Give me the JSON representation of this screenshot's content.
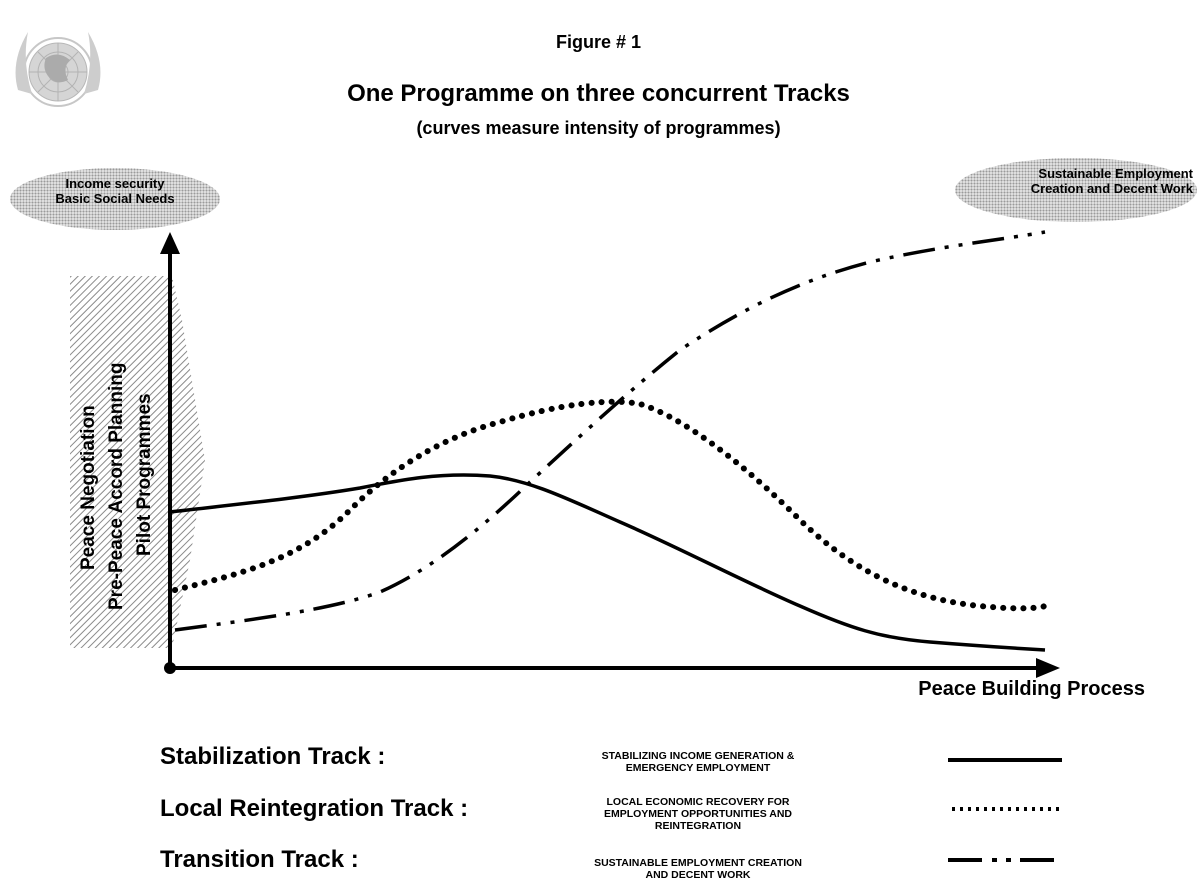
{
  "header": {
    "figure_label": "Figure # 1",
    "title": "One Programme on three concurrent Tracks",
    "subtitle": "(curves measure intensity of programmes)"
  },
  "logo": {
    "icon": "un-emblem-icon"
  },
  "bubbles": {
    "left": [
      "Income security",
      "Basic Social Needs"
    ],
    "right": [
      "Sustainable Employment",
      "Creation and Decent Work"
    ]
  },
  "axes": {
    "x_label": "Peace Building Process",
    "y_band_labels": [
      "Peace Negotiation",
      "Pre-Peace Accord Planning",
      "Pilot Programmes"
    ]
  },
  "tracks": [
    {
      "name": "Stabilization Track :",
      "description": [
        "STABILIZING INCOME GENERATION &",
        "EMERGENCY EMPLOYMENT"
      ],
      "line_style": "solid"
    },
    {
      "name": "Local Reintegration Track :",
      "description": [
        "LOCAL ECONOMIC RECOVERY FOR",
        "EMPLOYMENT OPPORTUNITIES AND",
        "REINTEGRATION"
      ],
      "line_style": "dotted"
    },
    {
      "name": "Transition Track :",
      "description": [
        "SUSTAINABLE EMPLOYMENT CREATION",
        "AND DECENT WORK"
      ],
      "line_style": "dash-dot-dot"
    }
  ]
}
